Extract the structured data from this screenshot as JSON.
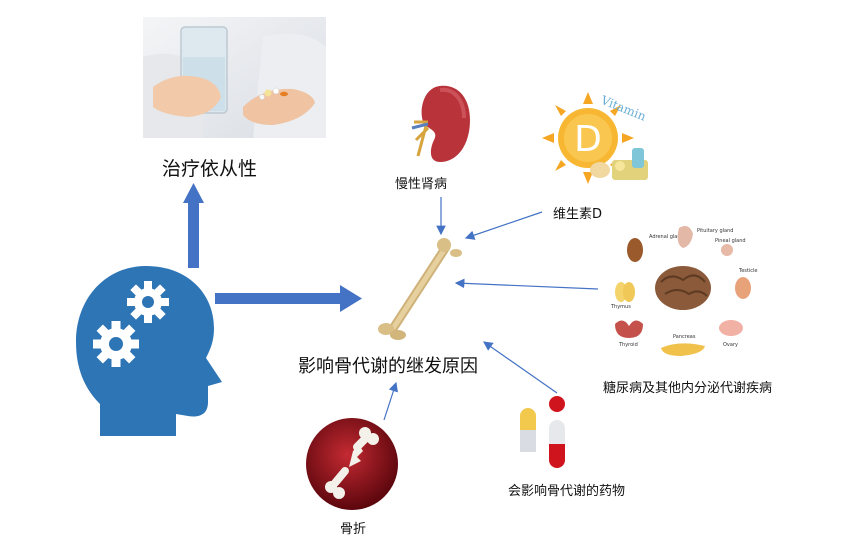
{
  "nodes": {
    "adherence": "治疗依从性",
    "center": "影响骨代谢的继发原因",
    "ckd": "慢性肾病",
    "vitamin_d": "维生素D",
    "endocrine": "糖尿病及其他内分泌代谢疾病",
    "drugs": "会影响骨代谢的药物",
    "fracture": "骨折"
  },
  "images": {
    "vitamin_word": "Vitamin",
    "vitamin_letter": "D",
    "glands": {
      "adrenal": "Adrenal gland",
      "pituitary": "Pituitary gland",
      "pineal": "Pineal gland",
      "testicle": "Testicle",
      "thymus": "Thymus",
      "thyroid": "Thyroid",
      "pancreas": "Pancreas",
      "ovary": "Ovary"
    }
  },
  "colors": {
    "arrow_blue": "#4472C4",
    "head_blue": "#2E75B6",
    "kidney_red": "#B8333A",
    "vitamin_orange": "#F5A623",
    "fracture_red": "#8B0E16",
    "capsule_red": "#D0141E",
    "capsule_yellow": "#F2C94C"
  }
}
